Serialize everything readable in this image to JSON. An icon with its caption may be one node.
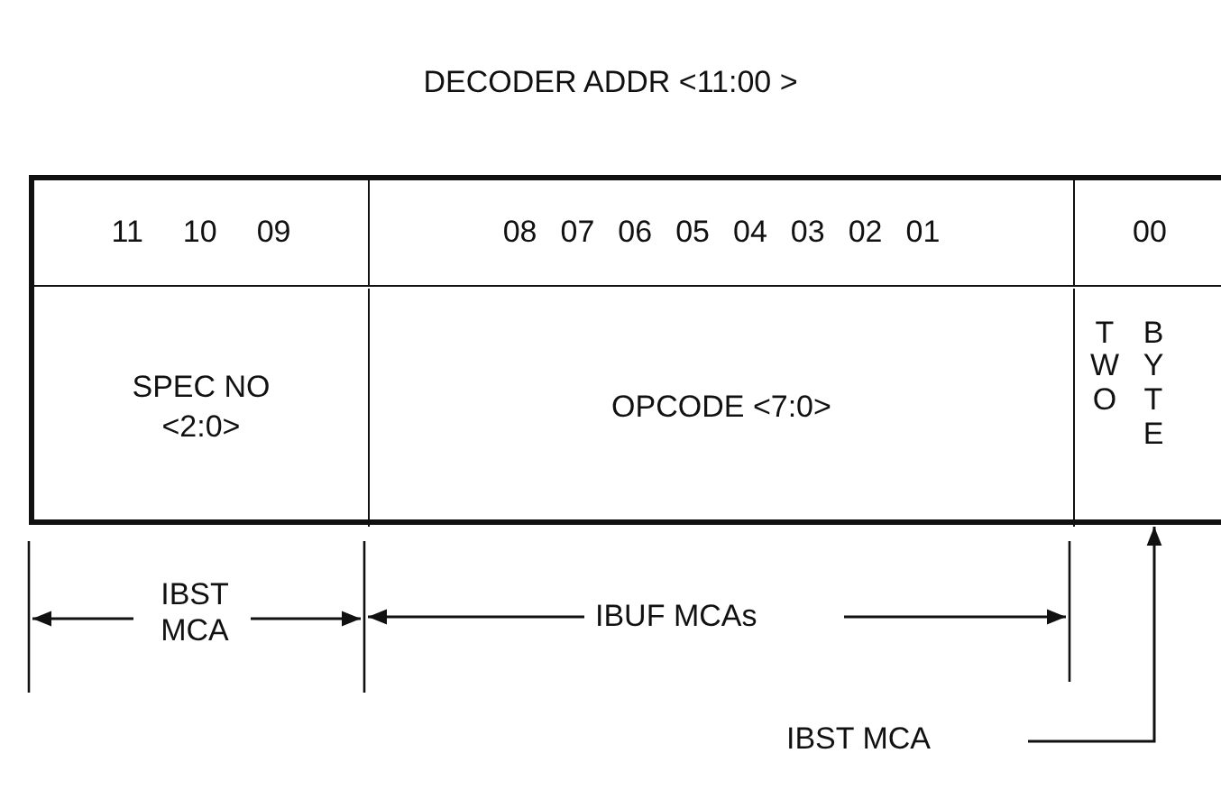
{
  "diagram": {
    "title": "DECODER ADDR <11:00 >",
    "nodes": [
      {
        "text": [
          "SPEC NO <2:0>"
        ]
      },
      {
        "text": [
          "OPCODE <7:0>"
        ]
      },
      {
        "text": [
          "TWO",
          "BYTE"
        ]
      },
      {
        "text": [
          "IBST MCA"
        ]
      }
    ],
    "edges": [
      {
        "from": 3,
        "to": 2,
        "arrow": "to"
      }
    ],
    "labels": [
      "11",
      "10",
      "09",
      "08",
      "07",
      "06",
      "05",
      "04",
      "03",
      "02",
      "01",
      "00",
      "IBST MCA",
      "IBUF MCAs"
    ]
  }
}
